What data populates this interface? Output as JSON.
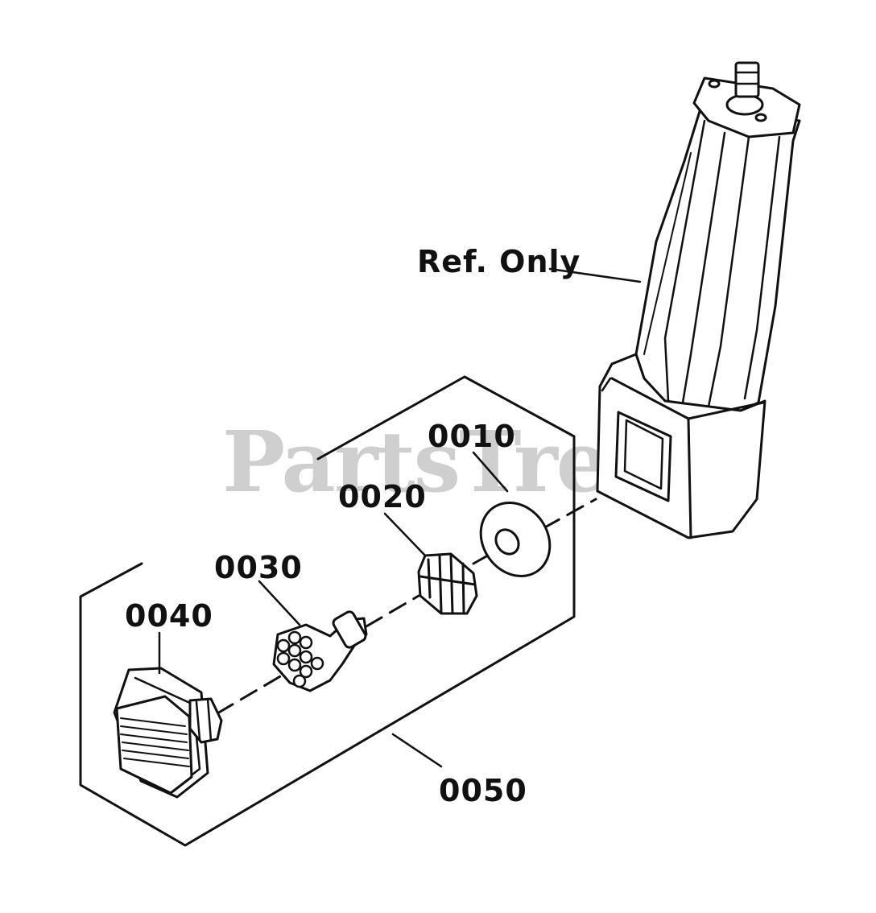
{
  "watermark": "PartsTree",
  "callouts": {
    "ref_only": "Ref. Only",
    "p0010": "0010",
    "p0020": "0020",
    "p0030": "0030",
    "p0040": "0040",
    "p0050": "0050"
  },
  "colors": {
    "line": "#111111",
    "watermark": "#cfcfcf",
    "background": "#ffffff"
  }
}
